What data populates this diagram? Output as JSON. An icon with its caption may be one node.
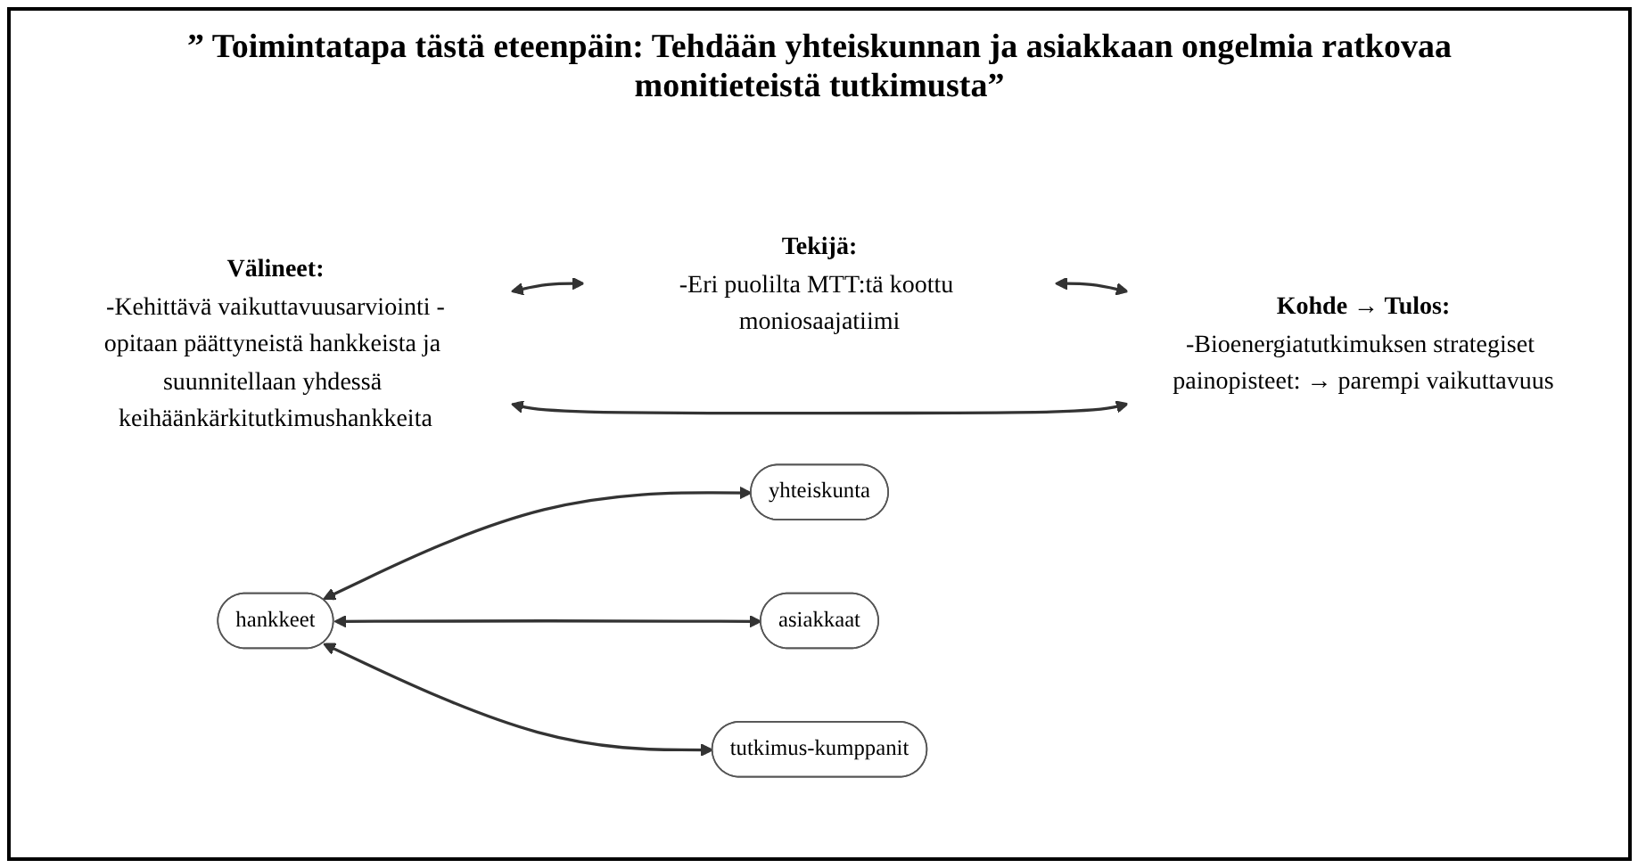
{
  "diagram": {
    "title": "” Toimintatapa tästä eteenpäin: Tehdään yhteiskunnan ja asiakkaan ongelmia ratkovaa monitieteistä tutkimusta”",
    "nodes": [
      {
        "text": [
          "Välineet:",
          "-Kehittävä vaikuttavuusarviointi -opitaan päättyneistä hankkeista ja suunnitellaan yhdessä keihäänkärkitutkimushankkeita"
        ]
      },
      {
        "text": [
          "Kohde → Tulos:",
          "-Bioenergiatutkimuksen strategiset painopisteet: → parempi vaikuttavuus"
        ]
      },
      {
        "text": [
          "Tekijä:",
          "-Eri puolilta MTT:tä koottu moniosaajatiimi"
        ]
      },
      {
        "text": [
          "asiakkaat"
        ]
      },
      {
        "text": [
          "tutkimus-kumppanit"
        ]
      },
      {
        "text": [
          "yhteiskunta"
        ]
      },
      {
        "text": [
          "hankkeet"
        ]
      }
    ],
    "edges": [
      {
        "from": 0,
        "to": 2,
        "arrow": "both"
      },
      {
        "from": 0,
        "to": 1,
        "arrow": "both"
      },
      {
        "from": 2,
        "to": 1,
        "arrow": "both"
      },
      {
        "from": 6,
        "to": 5,
        "arrow": "both"
      },
      {
        "from": 6,
        "to": 3,
        "arrow": "both"
      },
      {
        "from": 6,
        "to": 4,
        "arrow": "both"
      }
    ]
  }
}
